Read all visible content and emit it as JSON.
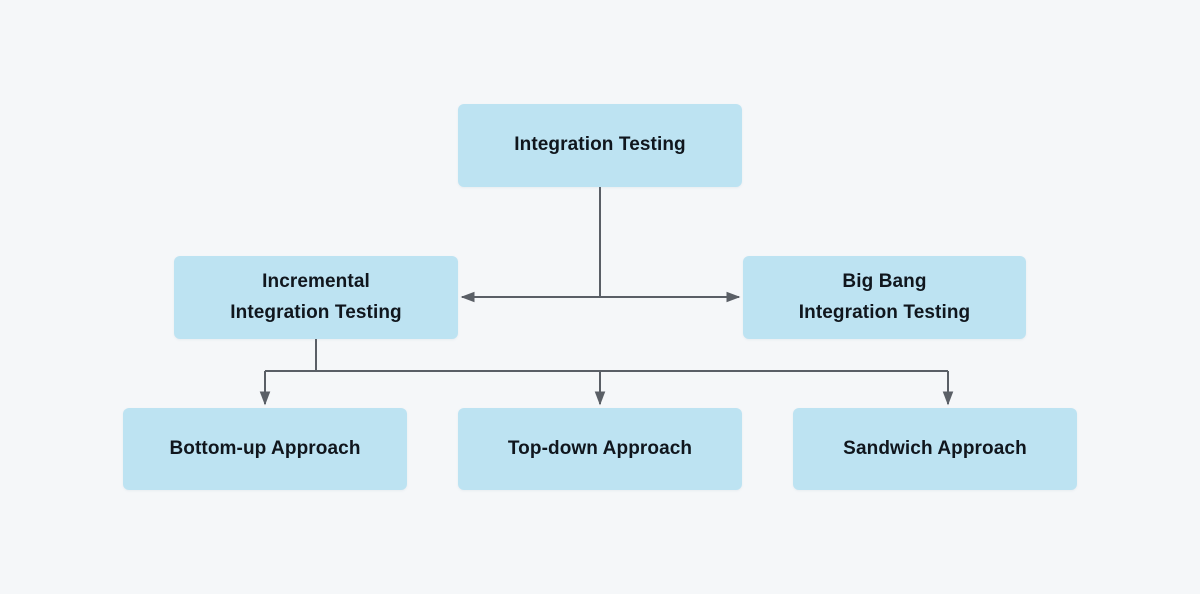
{
  "diagram": {
    "title": "Integration Testing",
    "background_color": "#f5f7f9",
    "node_fill_color": "#bde3f2",
    "node_text_color": "#10161d",
    "connector_color": "#5a5f66",
    "nodes": {
      "root": {
        "label": "Integration Testing",
        "lines": [
          "Integration Testing"
        ]
      },
      "incremental": {
        "label": "Incremental Integration Testing",
        "lines": [
          "Incremental",
          "Integration Testing"
        ]
      },
      "bigbang": {
        "label": "Big Bang Integration Testing",
        "lines": [
          "Big Bang",
          "Integration Testing"
        ]
      },
      "bottomup": {
        "label": "Bottom-up Approach",
        "lines": [
          "Bottom-up Approach"
        ]
      },
      "topdown": {
        "label": "Top-down Approach",
        "lines": [
          "Top-down Approach"
        ]
      },
      "sandwich": {
        "label": "Sandwich Approach",
        "lines": [
          "Sandwich Approach"
        ]
      }
    },
    "edges": [
      {
        "from": "root",
        "to": "incremental",
        "style": "orthogonal",
        "arrow": "to"
      },
      {
        "from": "root",
        "to": "bigbang",
        "style": "orthogonal",
        "arrow": "to"
      },
      {
        "from": "incremental",
        "to": "bottomup",
        "style": "orthogonal",
        "arrow": "to"
      },
      {
        "from": "incremental",
        "to": "topdown",
        "style": "orthogonal",
        "arrow": "to"
      },
      {
        "from": "incremental",
        "to": "sandwich",
        "style": "orthogonal",
        "arrow": "to"
      }
    ]
  }
}
